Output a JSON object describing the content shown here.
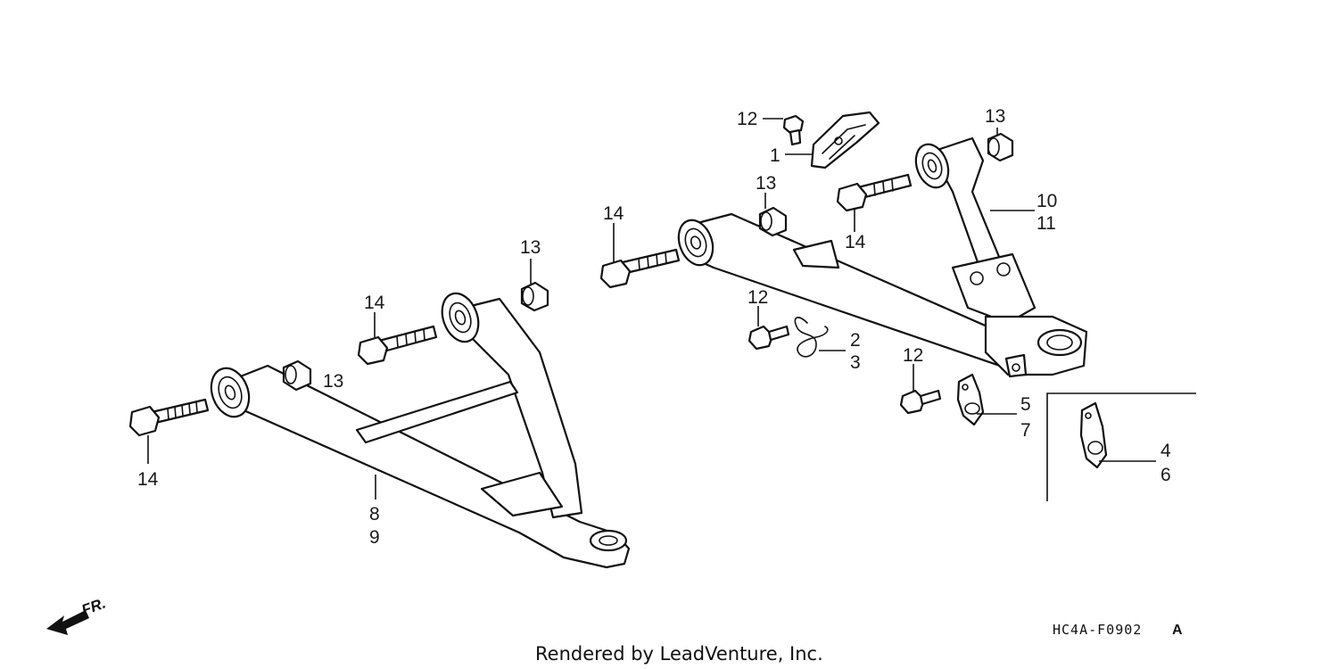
{
  "diagram": {
    "callouts": {
      "c1": "1",
      "c2": "2",
      "c3": "3",
      "c4": "4",
      "c5": "5",
      "c6": "6",
      "c7": "7",
      "c8": "8",
      "c9": "9",
      "c10": "10",
      "c11": "11",
      "c12a": "12",
      "c12b": "12",
      "c12c": "12",
      "c13a": "13",
      "c13b": "13",
      "c13c": "13",
      "c13d": "13",
      "c14a": "14",
      "c14b": "14",
      "c14c": "14",
      "c14d": "14"
    },
    "direction_label": "FR.",
    "diagram_code": "HC4A-F0902",
    "diagram_code_suffix": "A",
    "credit": "Rendered by LeadVenture, Inc."
  }
}
